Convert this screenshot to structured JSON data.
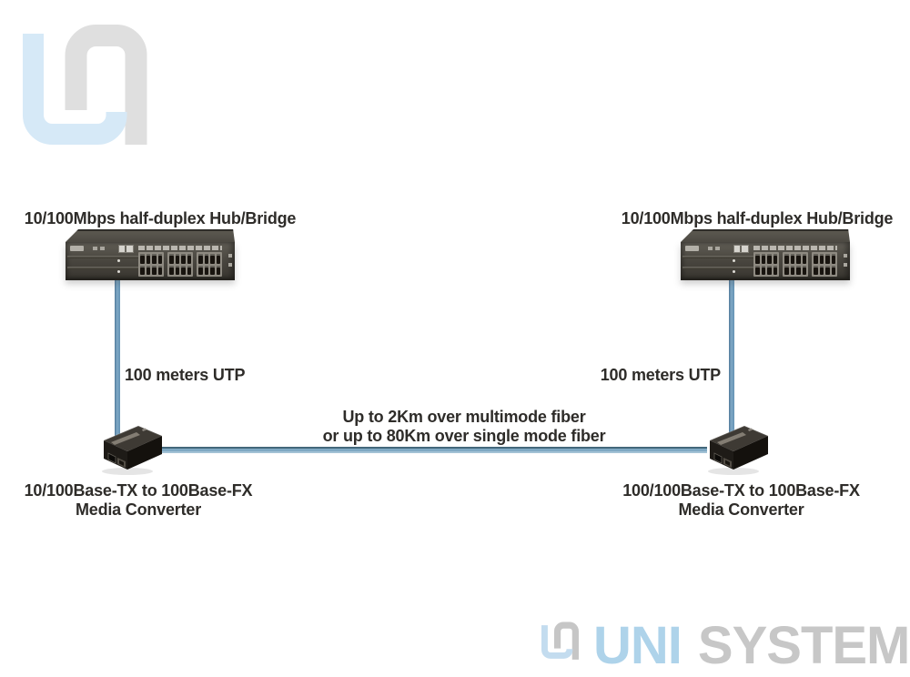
{
  "page": {
    "background_color": "#ffffff"
  },
  "header_watermark": {
    "icon": "un-logo-icon",
    "blue_color": "#d6e9f7",
    "gray_color": "#dfdfdf"
  },
  "diagram": {
    "hub_left": {
      "label": "10/100Mbps half-duplex Hub/Bridge",
      "device": "24-port-hub"
    },
    "hub_right": {
      "label": "10/100Mbps half-duplex Hub/Bridge",
      "device": "24-port-hub"
    },
    "converter_left": {
      "line1": "10/100Base-TX to 100Base-FX",
      "line2": "Media Converter",
      "device": "media-converter"
    },
    "converter_right": {
      "line1": "100/100Base-TX to 100Base-FX",
      "line2": "Media Converter",
      "device": "media-converter"
    },
    "utp_left": {
      "label": "100 meters UTP"
    },
    "utp_right": {
      "label": "100 meters UTP"
    },
    "fiber": {
      "line1": "Up to 2Km over multimode fiber",
      "line2": "or up to 80Km over single mode fiber"
    },
    "cable_color": "#6f9cbc",
    "text_color": "#2e2c29"
  },
  "footer_logo": {
    "icon": "un-logo-icon",
    "word1": "UNI",
    "word2": "SYSTEM",
    "word1_color": "#aed3ea",
    "word2_color": "#c7c7c7"
  }
}
